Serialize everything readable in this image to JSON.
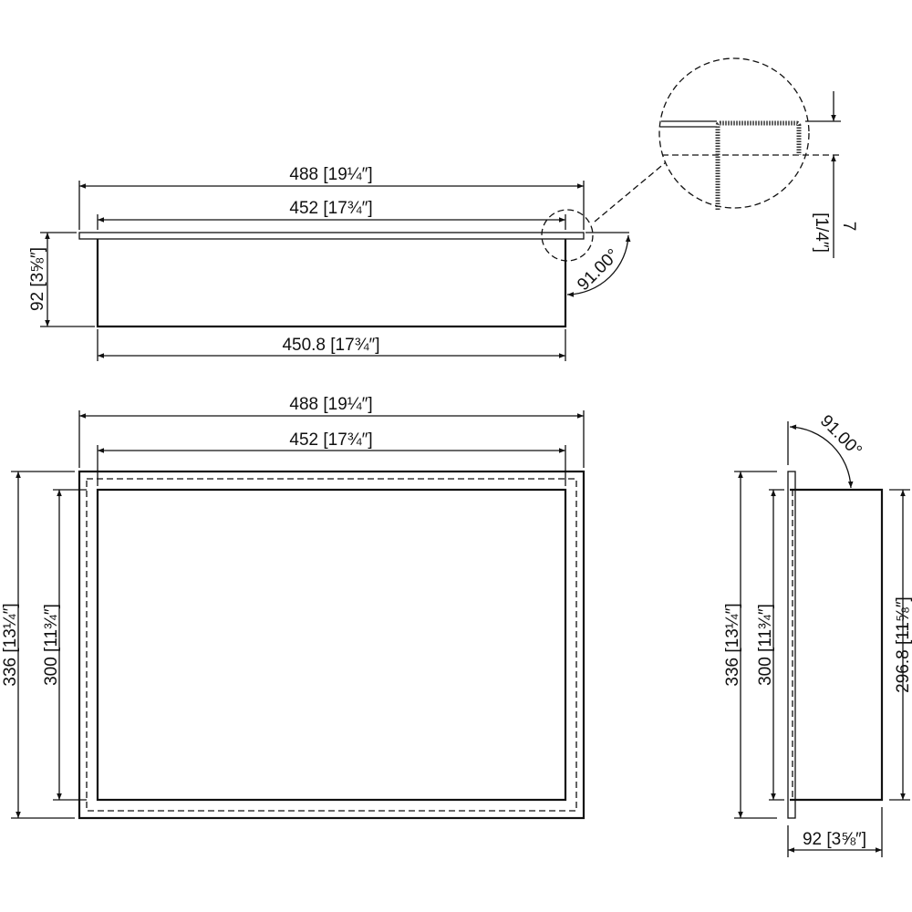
{
  "drawing": {
    "top_view": {
      "overall_width": "488 [19¼″]",
      "opening_width": "452 [17¾″]",
      "depth": "92 [3⅝″]",
      "back_width": "450.8 [17¾″]",
      "angle": "91.00°"
    },
    "detail": {
      "flange_thickness": "7",
      "flange_thickness_in": "[1/4″]"
    },
    "front_view": {
      "overall_width": "488 [19¼″]",
      "opening_width": "452 [17¾″]",
      "overall_height": "336 [13¼″]",
      "opening_height": "300 [11¾″]"
    },
    "side_view": {
      "angle": "91.00°",
      "overall_height": "336 [13¼″]",
      "opening_height": "300 [11¾″]",
      "back_height": "296.8 [11⅝″]",
      "depth": "92 [3⅝″]"
    }
  }
}
